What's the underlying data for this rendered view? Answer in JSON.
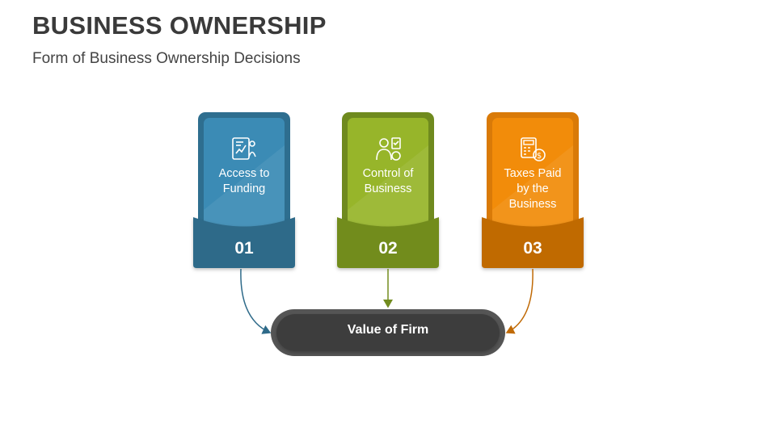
{
  "header": {
    "title": "BUSINESS OWNERSHIP",
    "subtitle": "Form of Business Ownership Decisions"
  },
  "cards": [
    {
      "number": "01",
      "label": "Access to\nFunding",
      "icon": "funding-chart-icon",
      "color_outer": "#2e6e8f",
      "color_inner": "#3b8bb5",
      "color_tab": "#2e6a89",
      "arrow_color": "#2e6a89"
    },
    {
      "number": "02",
      "label": "Control of\nBusiness",
      "icon": "manager-control-icon",
      "color_outer": "#6f8a1e",
      "color_inner": "#97b52a",
      "color_tab": "#728c1f",
      "arrow_color": "#728c1f"
    },
    {
      "number": "03",
      "label": "Taxes Paid\nby the\nBusiness",
      "icon": "tax-calculator-icon",
      "color_outer": "#d97a08",
      "color_inner": "#f28c0a",
      "color_tab": "#c06a06",
      "arrow_color": "#c06a06"
    }
  ],
  "result": {
    "label": "Value of Firm",
    "color_fill": "#3d3d3d",
    "color_border": "#555555"
  }
}
